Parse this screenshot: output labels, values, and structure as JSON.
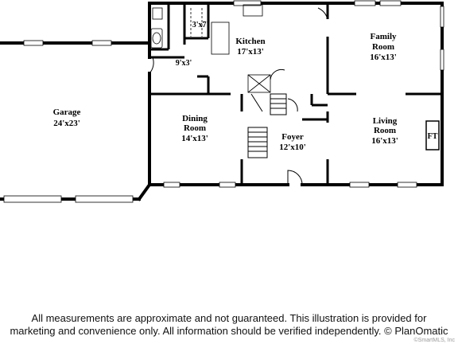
{
  "plan": {
    "rooms": [
      {
        "id": "garage",
        "name_lines": [
          "Garage"
        ],
        "dims": "24'x23'"
      },
      {
        "id": "kitchen",
        "name_lines": [
          "Kitchen"
        ],
        "dims": "17'x13'"
      },
      {
        "id": "family",
        "name_lines": [
          "Family",
          "Room"
        ],
        "dims": "16'x13'"
      },
      {
        "id": "dining",
        "name_lines": [
          "Dining",
          "Room"
        ],
        "dims": "14'x13'"
      },
      {
        "id": "foyer",
        "name_lines": [
          "Foyer"
        ],
        "dims": "12'x10'"
      },
      {
        "id": "living",
        "name_lines": [
          "Living",
          "Room"
        ],
        "dims": "16'x13'"
      }
    ],
    "small_labels": {
      "pantry": "3'x7'",
      "laundry": "9'x3'",
      "fireplace": "FT"
    }
  },
  "disclaimer": {
    "line1": "All measurements are approximate and not guaranteed. This illustration is provided for",
    "line2": "marketing and convenience only. All information should be verified independently. © PlanOmatic"
  },
  "credit": "©SmartMLS, Inc"
}
